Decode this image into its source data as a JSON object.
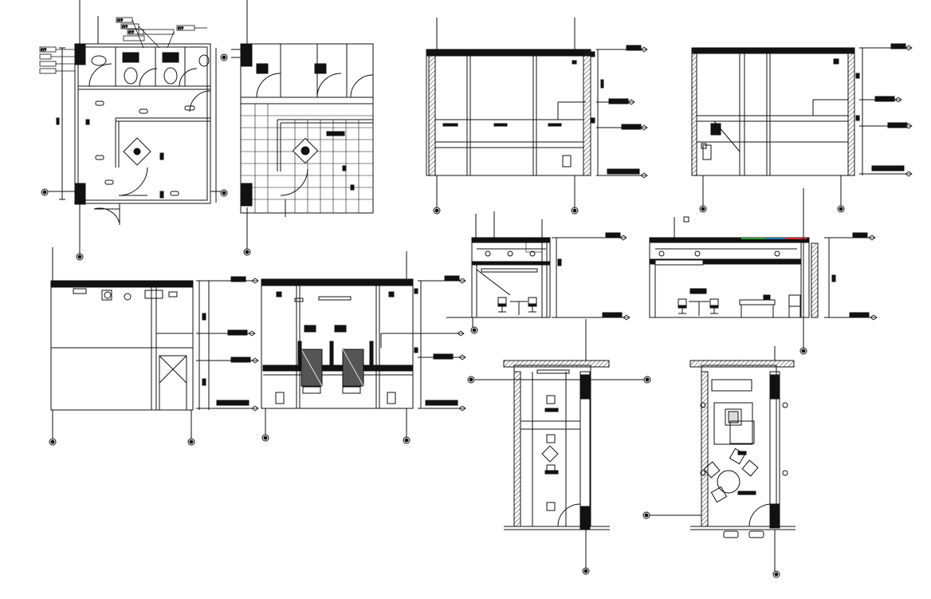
{
  "drawing": {
    "background": "#ffffff",
    "line_color": "#111111",
    "wall_hatch": "#333333",
    "accent_colors": [
      "#d62728",
      "#2ca02c",
      "#1f77b4"
    ]
  },
  "views": [
    {
      "id": "toilet-plan",
      "kind": "plan",
      "tags": [
        "GYP",
        "GYP",
        "GYP",
        "GYP",
        "GYP"
      ]
    },
    {
      "id": "toilet-reflected-ceiling-plan",
      "kind": "plan",
      "tags": []
    },
    {
      "id": "toilet-elevation-a",
      "kind": "elevation",
      "tags": []
    },
    {
      "id": "toilet-elevation-b",
      "kind": "elevation",
      "tags": []
    },
    {
      "id": "toilet-elevation-c",
      "kind": "elevation",
      "tags": []
    },
    {
      "id": "toilet-elevation-d",
      "kind": "elevation",
      "tags": []
    },
    {
      "id": "cabin-section-a",
      "kind": "section",
      "tags": []
    },
    {
      "id": "cabin-section-b",
      "kind": "section",
      "tags": []
    },
    {
      "id": "cabin-reflected-ceiling-plan",
      "kind": "plan",
      "tags": []
    },
    {
      "id": "cabin-furniture-plan",
      "kind": "plan",
      "tags": []
    }
  ]
}
